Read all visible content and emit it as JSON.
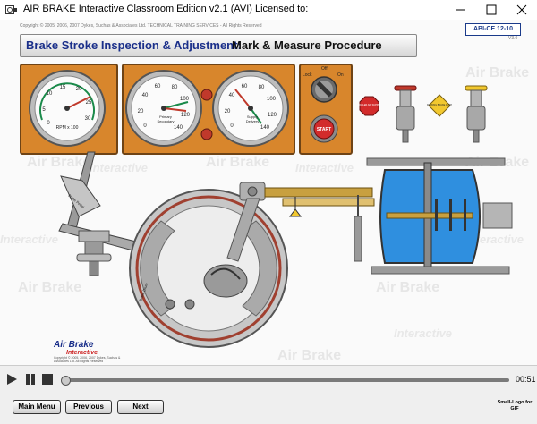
{
  "window": {
    "title": "AIR BRAKE Interactive Classroom Edition v2.1 (AVI)    Licensed to:",
    "icons": [
      "app-icon",
      "minimize-icon",
      "maximize-icon",
      "close-icon"
    ]
  },
  "header": {
    "copyright": "Copyright © 2005, 2006, 2007 Dykes, Suchas & Associates Ltd. TECHNICAL TRAINING SERVICES - All Rights Reserved",
    "badge": "ABI-CE 12-10",
    "version": "V3.0",
    "title_main": "Brake Stroke Inspection & Adjustment:",
    "title_sub": "Mark & Measure Procedure"
  },
  "gauges": {
    "rpm": {
      "ticks": [
        "0",
        "5",
        "10",
        "15",
        "20",
        "25",
        "30"
      ],
      "label": "RPM x 100"
    },
    "left_pressure": {
      "ticks": [
        "0",
        "20",
        "40",
        "60",
        "80",
        "100",
        "120",
        "140"
      ],
      "legend": [
        "Primary",
        "Secondary"
      ]
    },
    "right_pressure": {
      "ticks": [
        "0",
        "20",
        "40",
        "60",
        "80",
        "100",
        "120",
        "140"
      ],
      "legend": [
        "Supply",
        "Delivery"
      ]
    }
  },
  "ignition": {
    "labels": [
      "Off",
      "Lock",
      "On"
    ],
    "start_label": "START"
  },
  "valves": {
    "tractor_label": "TRAILER AIR SUPPLY",
    "parking_label": "PARKING BRAKE PUSH"
  },
  "illustration": {
    "pedal_label": "Brake Pedal",
    "drum_label": "Brake Drum",
    "watermark_main": "Air Brake",
    "watermark_sub": "Interactive"
  },
  "logo": {
    "line1": "Air Brake",
    "line2": "Interactive",
    "line3": "Copyright © 2005, 2006, 2007 Dykes, Suchas & Associates Ltd. All Rights Reserved"
  },
  "player": {
    "time": "00:51",
    "progress": 0.0
  },
  "nav": {
    "main_menu": "Main Menu",
    "previous": "Previous",
    "next": "Next",
    "small_logo": "Small-Logo for GIF"
  }
}
